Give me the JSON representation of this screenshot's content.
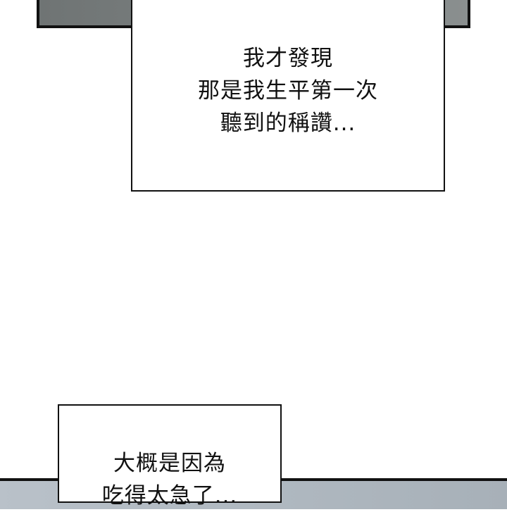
{
  "panels": {
    "caption_1": {
      "lines": [
        "我才發現",
        "那是我生平第一次",
        "聽到的稱讚..."
      ]
    },
    "caption_2": {
      "lines": [
        "大概是因為",
        "吃得太急了..."
      ]
    }
  },
  "colors": {
    "top_panel": "#7a7f7f",
    "bottom_panel": "#b2bbc3",
    "border": "#111111"
  }
}
